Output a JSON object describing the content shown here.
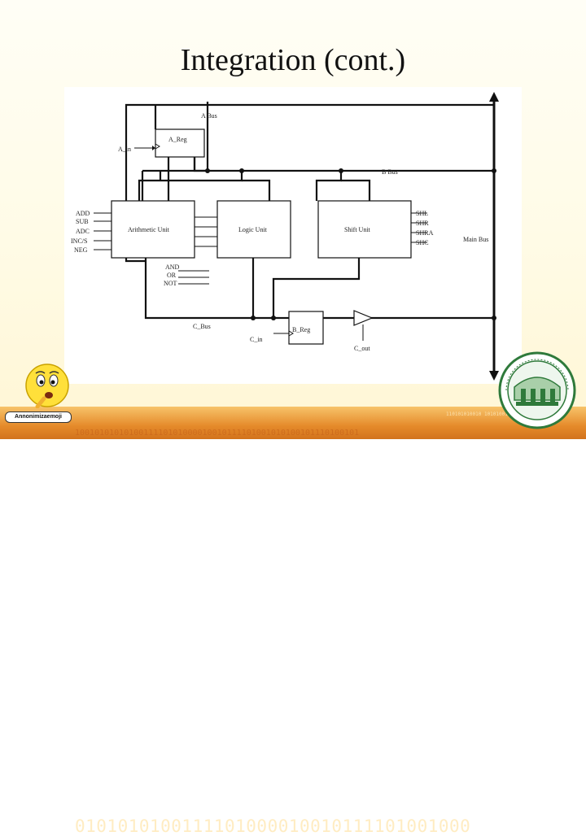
{
  "slide": {
    "title": "Integration (cont.)"
  },
  "diagram": {
    "labels": {
      "a_bus": "A Bus",
      "a_reg": "A_Reg",
      "a_in": "A_in",
      "b_bus": "B Bus",
      "arith_inputs": [
        "ADD",
        "SUB",
        "ADC",
        "INC/S",
        "NEG"
      ],
      "arith_unit": "Arithmetic Unit",
      "logic_unit": "Logic Unit",
      "shift_unit": "Shift Unit",
      "logic_inputs": [
        "AND",
        "OR",
        "NOT"
      ],
      "shift_inputs": [
        "SHL",
        "SHR",
        "SHRA",
        "SHC"
      ],
      "main_bus": "Main Bus",
      "c_bus": "C_Bus",
      "c_in": "C_in",
      "b_reg": "B_Reg",
      "c_out": "C_out"
    }
  },
  "footer": {
    "binary_text": "0101010100111101000010010111101001000",
    "binary_small": "110101010010 101010010101 1010100101",
    "binary_row2": "1001010101010011110101000010010111101001010100101110100101",
    "emoji_badge": "Annonimizaemoji"
  },
  "colors": {
    "footer_orange": "#e58a2a",
    "slide_bg": "#fffbe6",
    "seal_green": "#2f7a3b"
  }
}
